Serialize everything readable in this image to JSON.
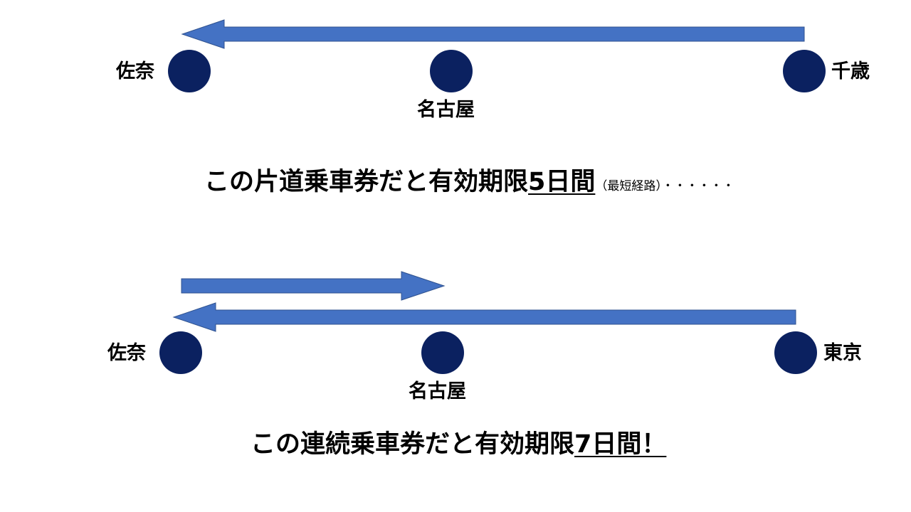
{
  "diagram_top": {
    "stations": {
      "left": "佐奈",
      "middle": "名古屋",
      "right": "千歳"
    },
    "statement": {
      "lead": "この片道乗車券だと有効期限",
      "emphasis": "5日間",
      "note": "（最短経路）",
      "trail": "・・・・・・"
    }
  },
  "diagram_bottom": {
    "stations": {
      "left": "佐奈",
      "middle": "名古屋",
      "right": "東京"
    },
    "statement": {
      "lead": "この連続乗車券だと有効期限",
      "emphasis": "7日間！"
    }
  },
  "colors": {
    "arrow_fill": "#4472c4",
    "arrow_stroke": "#2f528f",
    "station_dot": "#0b2160",
    "text": "#000000"
  }
}
